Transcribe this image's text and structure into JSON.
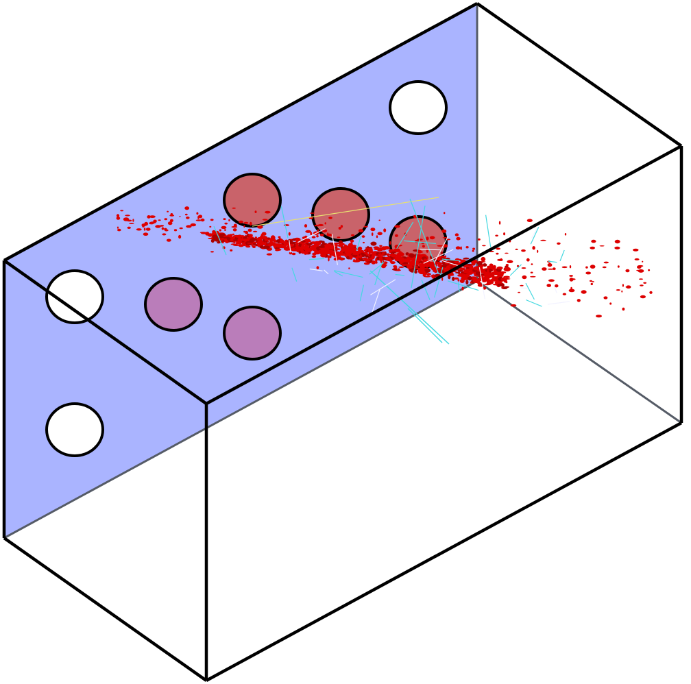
{
  "colors": {
    "background": "#ffffff",
    "back_panel": "#aab4ff",
    "edge": "#000000",
    "hidden_edge": "#555b66",
    "open_hole_fill": "#ffffff",
    "pink_hole_fill": "#c068a0",
    "red_hole_fill": "#cc5a5a",
    "debris": "#dd0000",
    "debris_dark": "#aa0000",
    "fragment_trace": "#44d8e0",
    "fragment_light": "#f2f2ff",
    "trace_yellow": "#e8e070"
  },
  "figure": {
    "kind": "isometric rectangular box with holed back panel and debris cloud",
    "holes": [
      {
        "id": "hole-top-right",
        "state": "open"
      },
      {
        "id": "hole-left-upper",
        "state": "open"
      },
      {
        "id": "hole-left-lower",
        "state": "open"
      },
      {
        "id": "hole-pink-left",
        "state": "pink"
      },
      {
        "id": "hole-pink-right",
        "state": "pink"
      },
      {
        "id": "hole-red-1",
        "state": "red"
      },
      {
        "id": "hole-red-2",
        "state": "red"
      },
      {
        "id": "hole-red-3",
        "state": "red"
      }
    ]
  }
}
